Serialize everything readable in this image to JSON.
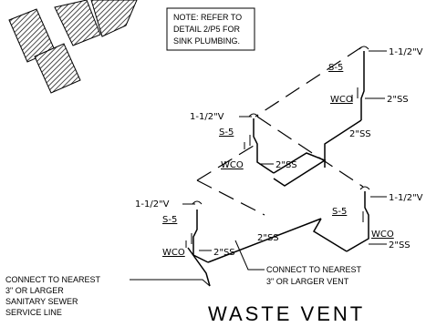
{
  "note": {
    "lines": [
      "NOTE: REFER TO",
      "DETAIL 2/P5 FOR",
      "SINK PLUMBING."
    ]
  },
  "labels": {
    "vent": "1-1/2\"V",
    "sink": "S-5",
    "wco": "WCO",
    "ss": "2\"SS"
  },
  "callouts": {
    "sewer": [
      "CONNECT TO NEAREST",
      "3\" OR LARGER",
      "SANITARY SEWER",
      "SERVICE LINE"
    ],
    "vent": [
      "CONNECT TO NEAREST",
      "3\" OR LARGER VENT"
    ]
  },
  "title": "WASTE VENT",
  "colors": {
    "ink": "#000000",
    "paper": "#ffffff"
  }
}
